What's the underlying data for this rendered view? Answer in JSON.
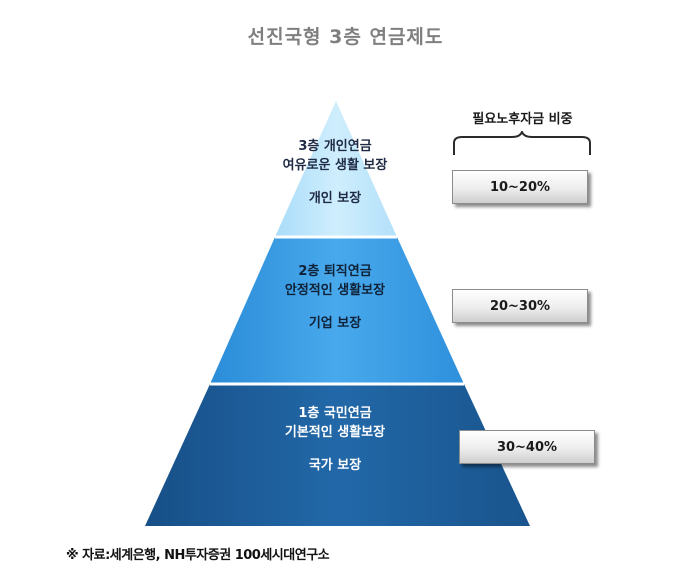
{
  "title": "선진국형 3층 연금제도",
  "ratio_header": "필요노후자금 비중",
  "tiers": [
    {
      "line1": "3층 개인연금",
      "line2": "여유로운 생활 보장",
      "line3": "개인 보장",
      "ratio": "10~20%",
      "color": "#bfe6fb"
    },
    {
      "line1": "2층 퇴직연금",
      "line2": "안정적인 생활보장",
      "line3": "기업 보장",
      "ratio": "20~30%",
      "color": "#3a9ce3"
    },
    {
      "line1": "1층 국민연금",
      "line2": "기본적인 생활보장",
      "line3": "국가 보장",
      "ratio": "30~40%",
      "color": "#1d5e9c"
    }
  ],
  "source": "※ 자료:세계은행, NH투자증권 100세시대연구소"
}
